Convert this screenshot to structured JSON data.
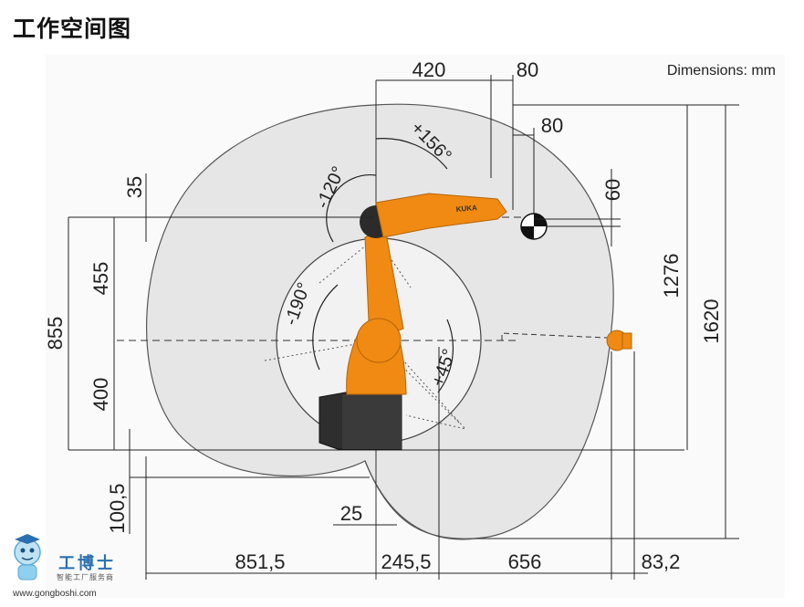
{
  "page": {
    "title": "工作空间图"
  },
  "units_note": "Dimensions: mm",
  "dimensions": {
    "top_420": "420",
    "top_80": "80",
    "offset_80": "80",
    "offset_35": "35",
    "offset_60": "60",
    "height_1276": "1276",
    "height_1620": "1620",
    "height_855": "855",
    "height_455": "455",
    "height_400": "400",
    "height_100_5": "100,5",
    "offset_25": "25",
    "width_851_5": "851,5",
    "width_245_5": "245,5",
    "width_656": "656",
    "width_83_2": "83,2"
  },
  "angles": {
    "plus_156": "+156°",
    "minus_120": "-120°",
    "minus_190": "-190°",
    "plus_45": "+45°"
  },
  "robot": {
    "brand_mark": "KUKA"
  },
  "watermark": {
    "name": "工博士",
    "tagline": "智能工厂服务商",
    "url": "www.gongboshi.com"
  },
  "colors": {
    "robot_orange": "#f08a12",
    "robot_dark": "#2b2b2b",
    "workspace_fill": "#e6e6e6",
    "line": "#333333"
  }
}
